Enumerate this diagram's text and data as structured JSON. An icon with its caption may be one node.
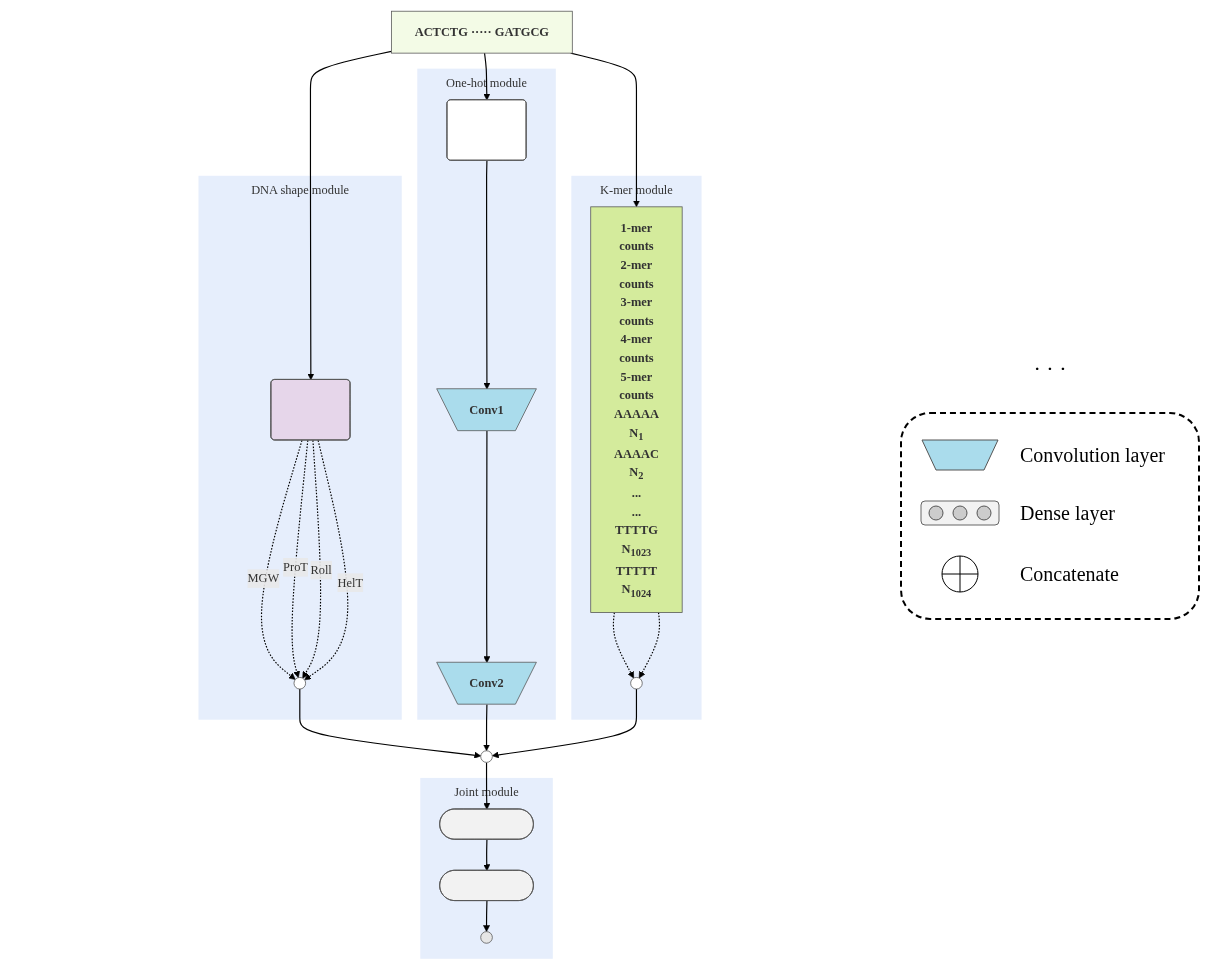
{
  "diagram": {
    "nodes": [
      {
        "text": [
          "ACTCTG ····· GATGCG"
        ]
      },
      {
        "text": [
          "DNA shape module"
        ]
      },
      {
        "text": [],
        "shape": "box",
        "in": 1
      },
      {
        "text": [],
        "shape": "circle",
        "in": 1
      },
      {
        "text": [
          "One-hot module"
        ]
      },
      {
        "text": [],
        "shape": "box",
        "in": 4
      },
      {
        "text": [
          "Conv1"
        ],
        "in": 4
      },
      {
        "text": [
          "Conv2"
        ],
        "in": 4
      },
      {
        "text": [
          "K-mer module"
        ]
      },
      {
        "text": [
          "1-mer",
          "counts",
          "2-mer",
          "counts",
          "3-mer",
          "counts",
          "4-mer",
          "counts",
          "5-mer",
          "counts",
          "AAAAA",
          "N$_{1}$",
          "AAAAC",
          "N$_{2}$",
          "...",
          "...",
          "TTTTG",
          "N$_{1023}$",
          "TTTTT",
          "N$_{1024}$"
        ],
        "in": 8
      },
      {
        "text": [],
        "shape": "circle",
        "in": 8
      },
      {
        "text": [],
        "shape": "circle"
      },
      {
        "text": [
          "Joint module"
        ]
      },
      {
        "text": [],
        "shape": "bar",
        "in": 12
      },
      {
        "text": [],
        "shape": "bar",
        "in": 12
      },
      {
        "text": [],
        "shape": "circle",
        "in": 12
      }
    ],
    "edges": [
      {
        "from": 0,
        "to": 2,
        "arrow": "to"
      },
      {
        "from": 0,
        "to": 5,
        "arrow": "to"
      },
      {
        "from": 0,
        "to": 9,
        "arrow": "to"
      },
      {
        "from": 2,
        "to": 3,
        "arrow": "to",
        "label": "MGW",
        "style": "dashed"
      },
      {
        "from": 2,
        "to": 3,
        "arrow": "to",
        "label": "ProT",
        "style": "dashed"
      },
      {
        "from": 2,
        "to": 3,
        "arrow": "to",
        "label": "Roll",
        "style": "dashed"
      },
      {
        "from": 2,
        "to": 3,
        "arrow": "to",
        "label": "HelT",
        "style": "dashed"
      },
      {
        "from": 5,
        "to": 6,
        "arrow": "to"
      },
      {
        "from": 6,
        "to": 7,
        "arrow": "to"
      },
      {
        "from": 9,
        "to": 10,
        "arrow": "to",
        "style": "dashed"
      },
      {
        "from": 9,
        "to": 10,
        "arrow": "to",
        "style": "dashed"
      },
      {
        "from": 3,
        "to": 11,
        "arrow": "to"
      },
      {
        "from": 7,
        "to": 11,
        "arrow": "to"
      },
      {
        "from": 10,
        "to": 11,
        "arrow": "to"
      },
      {
        "from": 11,
        "to": 13,
        "arrow": "to"
      },
      {
        "from": 13,
        "to": 14,
        "arrow": "to"
      },
      {
        "from": 14,
        "to": 15,
        "arrow": "to"
      }
    ],
    "labels": [
      "· · ·"
    ],
    "legend": [
      {
        "text": "Convolution layer"
      },
      {
        "text": "Dense layer"
      },
      {
        "text": "Concatenate"
      }
    ]
  }
}
